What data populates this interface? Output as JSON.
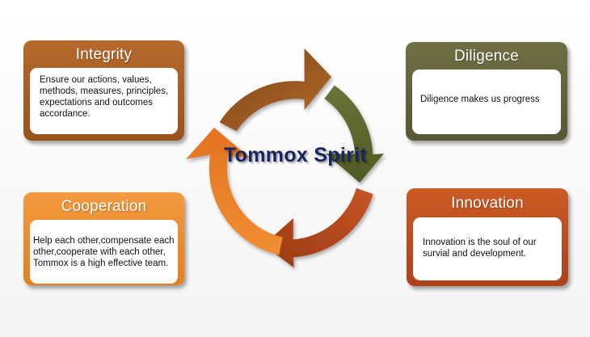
{
  "center": {
    "title": "Tommox Spirit"
  },
  "cards": {
    "integrity": {
      "title": "Integrity",
      "lines": [
        "Ensure our actions, values,",
        "methods, measures, principles,",
        "expectations  and outcomes",
        "accordance."
      ],
      "color": "#a85d24"
    },
    "diligence": {
      "title": "Diligence",
      "lines": [
        "Diligence makes us progress"
      ],
      "color": "#62613c"
    },
    "cooperation": {
      "title": "Cooperation",
      "lines": [
        "Help each other,compensate each",
        "other,cooperate  with each other,",
        "Tommox  is a high effective team."
      ],
      "color": "#ec8a2c"
    },
    "innovation": {
      "title": "Innovation",
      "lines": [
        "Innovation  is the soul of our",
        "survial  and development."
      ],
      "color": "#bb4d20"
    }
  },
  "arrows": {
    "colors": [
      "#9c5a25",
      "#5e6b2d",
      "#b2461c",
      "#ee8629"
    ]
  }
}
